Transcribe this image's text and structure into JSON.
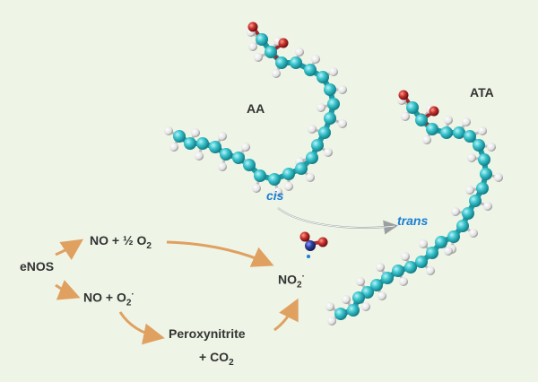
{
  "molecules": {
    "aa_label": "AA",
    "ata_label": "ATA",
    "cis_label": "cis",
    "trans_label": "trans"
  },
  "pathway": {
    "enos": "eNOS",
    "no_half_o2": {
      "prefix": "NO + ½ O",
      "sub": "2"
    },
    "no_o2": {
      "prefix": "NO + O",
      "sub": "2",
      "sup": "·"
    },
    "no2": {
      "prefix": "NO",
      "sub": "2",
      "sup": "·"
    },
    "peroxynitrite": "Peroxynitrite",
    "co2": {
      "prefix": "+ CO",
      "sub": "2"
    }
  },
  "colors": {
    "background": "#eef4e6",
    "arrow": "#e0a060",
    "carbon": "#3cc6cf",
    "hydrogen": "#f2f2f2",
    "oxygen": "#c8302a",
    "nitrogen": "#2d3f9a",
    "accent_text": "#1a7fd4"
  }
}
